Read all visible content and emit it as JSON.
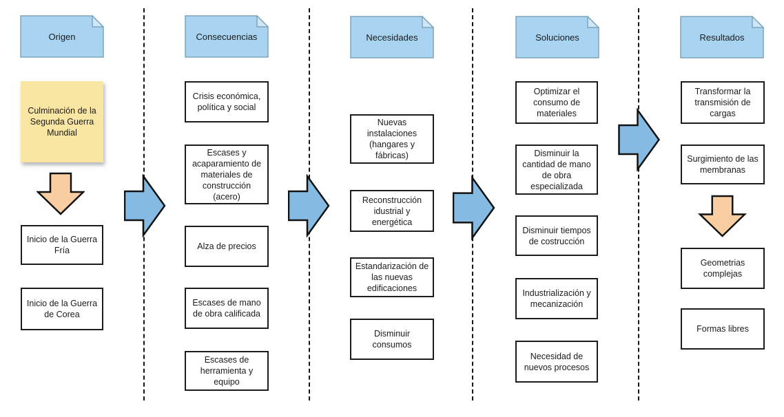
{
  "columns": [
    {
      "header": "Origen",
      "items": [
        {
          "type": "sticky-note",
          "label": "Culminación de la Segunda Guerra Mundial"
        },
        {
          "type": "box",
          "label": "Inicio de la Guerra Fría"
        },
        {
          "type": "box",
          "label": "Inicio de la Guerra de Corea"
        }
      ]
    },
    {
      "header": "Consecuencias",
      "items": [
        {
          "type": "box",
          "label": "Crisis económica, política y social"
        },
        {
          "type": "box",
          "label": "Escases y acaparamiento de materiales de construcción (acero)"
        },
        {
          "type": "box",
          "label": "Alza de precios"
        },
        {
          "type": "box",
          "label": "Escases de mano de obra calificada"
        },
        {
          "type": "box",
          "label": "Escases de herramienta y equipo"
        }
      ]
    },
    {
      "header": "Necesidades",
      "items": [
        {
          "type": "box",
          "label": "Nuevas instalaciones (hangares y fábricas)"
        },
        {
          "type": "box",
          "label": "Reconstrucción idustrial y energética"
        },
        {
          "type": "box",
          "label": "Estandarización de las nuevas edificaciones"
        },
        {
          "type": "box",
          "label": "Disminuir consumos"
        }
      ]
    },
    {
      "header": "Soluciones",
      "items": [
        {
          "type": "box",
          "label": "Optimizar el consumo de materiales"
        },
        {
          "type": "box",
          "label": "Disminuir la cantidad de mano de obra especializada"
        },
        {
          "type": "box",
          "label": "Disminuir tiempos de costrucción"
        },
        {
          "type": "box",
          "label": "Industrialización y mecanización"
        },
        {
          "type": "box",
          "label": "Necesidad de nuevos procesos"
        }
      ]
    },
    {
      "header": "Resultados",
      "items": [
        {
          "type": "box",
          "label": "Transformar la transmisión de cargas"
        },
        {
          "type": "box",
          "label": "Surgimiento de las membranas"
        },
        {
          "type": "box",
          "label": "Geometrias complejas"
        },
        {
          "type": "box",
          "label": "Formas libres"
        }
      ]
    }
  ],
  "connectors": {
    "right_arrows_between_columns": 4,
    "down_arrow_after": [
      "Culminación de la Segunda Guerra Mundial",
      "Surgimiento de las membranas"
    ]
  },
  "colors": {
    "note_fill": "#a8d4f1",
    "note_border": "#7fa4ba",
    "note_fold": "#cde7f8",
    "sticky_fill": "#f9e6a2",
    "arrow_blue": "#85bbe3",
    "arrow_orange": "#f8cda2",
    "box_border": "#1b1b1b"
  }
}
